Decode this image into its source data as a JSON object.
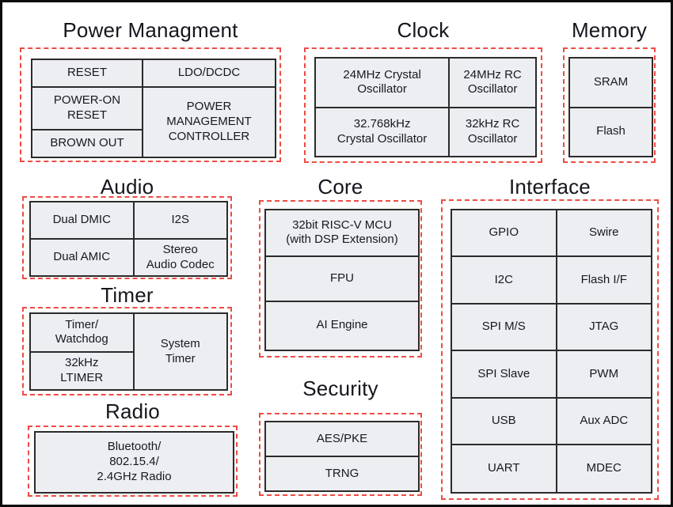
{
  "colors": {
    "boundary_dashed": "#ef4b43",
    "block_fill": "#eceef2",
    "block_border": "#2b2b2b",
    "text": "#181821",
    "outer_frame": "#0c0c0c"
  },
  "sections": {
    "power": {
      "title": "Power Managment",
      "cells": {
        "reset": "RESET",
        "ldo_dcdc": "LDO/DCDC",
        "power_on_reset": "POWER-ON\nRESET",
        "pmc": "POWER\nMANAGEMENT\nCONTROLLER",
        "brown_out": "BROWN OUT"
      }
    },
    "clock": {
      "title": "Clock",
      "cells": {
        "xtal_24mhz": "24MHz Crystal\nOscillator",
        "rc_24mhz": "24MHz RC\nOscillator",
        "xtal_32768khz": "32.768kHz\nCrystal Oscillator",
        "rc_32khz": "32kHz RC\nOscillator"
      }
    },
    "memory": {
      "title": "Memory",
      "cells": {
        "sram": "SRAM",
        "flash": "Flash"
      }
    },
    "audio": {
      "title": "Audio",
      "cells": {
        "dual_dmic": "Dual DMIC",
        "i2s": "I2S",
        "dual_amic": "Dual AMIC",
        "stereo_codec": "Stereo\nAudio Codec"
      }
    },
    "core": {
      "title": "Core",
      "cells": {
        "mcu": "32bit RISC-V MCU\n(with DSP Extension)",
        "fpu": "FPU",
        "ai_engine": "AI Engine"
      }
    },
    "interface": {
      "title": "Interface",
      "cells": {
        "gpio": "GPIO",
        "swire": "Swire",
        "i2c": "I2C",
        "flash_if": "Flash I/F",
        "spi_ms": "SPI M/S",
        "jtag": "JTAG",
        "spi_slave": "SPI Slave",
        "pwm": "PWM",
        "usb": "USB",
        "aux_adc": "Aux ADC",
        "uart": "UART",
        "mdec": "MDEC"
      }
    },
    "timer": {
      "title": "Timer",
      "cells": {
        "timer_watchdog": "Timer/\nWatchdog",
        "ltimer_32khz": "32kHz\nLTIMER",
        "system_timer": "System\nTimer"
      }
    },
    "radio": {
      "title": "Radio",
      "cells": {
        "radio_block": "Bluetooth/\n802.15.4/\n2.4GHz Radio"
      }
    },
    "security": {
      "title": "Security",
      "cells": {
        "aes_pke": "AES/PKE",
        "trng": "TRNG"
      }
    }
  }
}
